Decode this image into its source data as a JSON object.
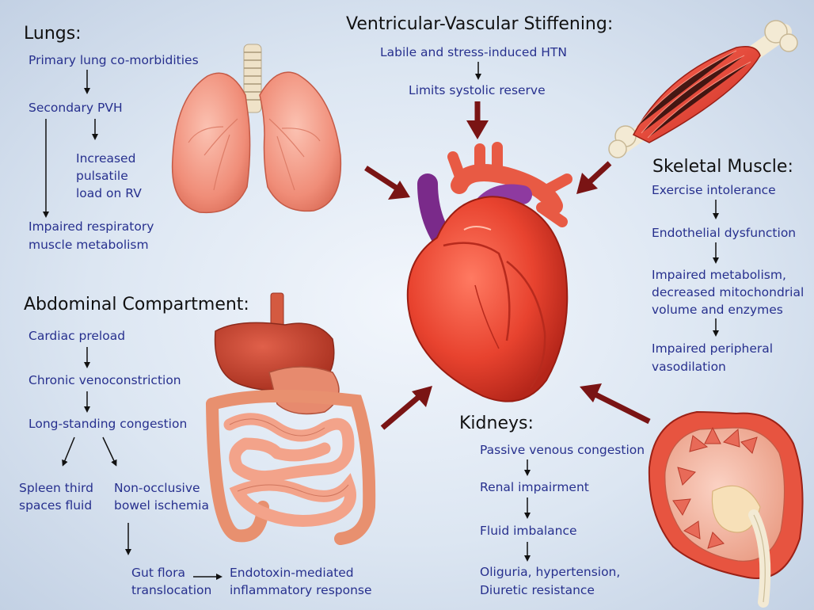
{
  "colors": {
    "text": "#27308e",
    "heading": "#111111",
    "big_arrow": "#7a1414",
    "organ_red": "#e4493a",
    "vessel_purple": "#7a2a8a"
  },
  "icons": {
    "heart": "heart-illustration",
    "lungs": "lungs-illustration",
    "muscle": "muscle-bone-illustration",
    "abdomen": "abdominal-organs-illustration",
    "kidney": "kidney-illustration"
  },
  "lungs": {
    "title": "Lungs:",
    "item1": "Primary lung co-morbidities",
    "item2": "Secondary PVH",
    "item3_line1": "Increased",
    "item3_line2": "pulsatile",
    "item3_line3": "load on RV",
    "item4_line1": "Impaired respiratory",
    "item4_line2": "muscle metabolism"
  },
  "vascular": {
    "title": "Ventricular-Vascular Stiffening:",
    "item1": "Labile and stress-induced HTN",
    "item2": "Limits systolic reserve"
  },
  "skeletal": {
    "title": "Skeletal Muscle:",
    "item1": "Exercise intolerance",
    "item2": "Endothelial dysfunction",
    "item3_line1": "Impaired metabolism,",
    "item3_line2": "decreased mitochondrial",
    "item3_line3": "volume and enzymes",
    "item4_line1": "Impaired peripheral",
    "item4_line2": "vasodilation"
  },
  "abdominal": {
    "title": "Abdominal Compartment:",
    "item1": "Cardiac preload",
    "item2": "Chronic venoconstriction",
    "item3": "Long-standing congestion",
    "item4_line1": "Spleen third",
    "item4_line2": "spaces fluid",
    "item5_line1": "Non-occlusive",
    "item5_line2": "bowel ischemia",
    "item6_line1": "Gut flora",
    "item6_line2": "translocation",
    "item7_line1": "Endotoxin-mediated",
    "item7_line2": "inflammatory response"
  },
  "kidneys": {
    "title": "Kidneys:",
    "item1": "Passive venous congestion",
    "item2": "Renal impairment",
    "item3": "Fluid imbalance",
    "item4_line1": "Oliguria, hypertension,",
    "item4_line2": "Diuretic resistance"
  }
}
